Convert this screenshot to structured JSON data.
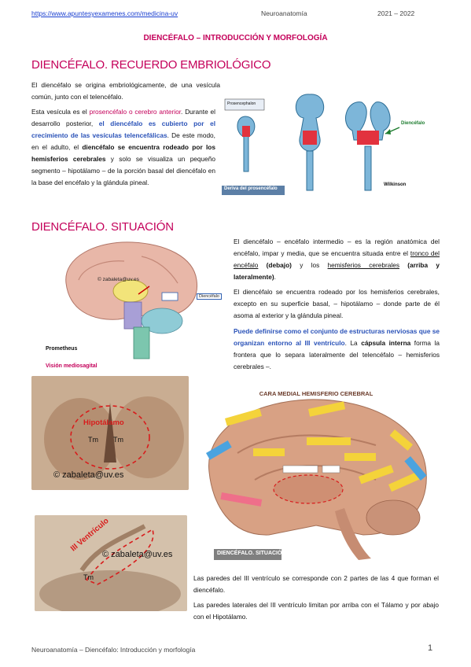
{
  "header": {
    "url": "https://www.apuntesyexamenes.com/medicina-uv",
    "subject": "Neuroanatomía",
    "year": "2021 – 2022"
  },
  "title": "DIENCÉFALO – INTRODUCCIÓN Y MORFOLOGÍA",
  "section1": {
    "heading": "DIENCÉFALO. RECUERDO EMBRIOLÓGICO",
    "p1": "El diencéfalo se origina embriológicamente, de una vesícula común, junto con el telencéfalo.",
    "p2_a": "Esta vesícula es el ",
    "p2_b": "prosencéfalo o cerebro anterior",
    "p2_c": ". Durante el desarrollo posterior, ",
    "p2_d": "el diencéfalo es cubierto por el crecimiento de las vesículas telencefálicas",
    "p2_e": ". De este modo, en el adulto, el ",
    "p2_f": "diencéfalo se encuentra rodeado por los hemisferios cerebrales",
    "p2_g": " y solo se visualiza un pequeño segmento – hipotálamo – de la porción basal del diencéfalo en la base del encéfalo y la glándula pineal.",
    "figure": {
      "caption": "Deriva del prosencéfalo",
      "label_prosencephalon": "Prosencephalon",
      "label_diencephalon": "Diencéfalo",
      "label_wilkinson": "Wilkinson"
    }
  },
  "section2": {
    "heading": "DIENCÉFALO. SITUACIÓN",
    "p1_a": "El diencéfalo – encéfalo intermedio – es la región anatómica del encéfalo, impar y media, que se encuentra situada entre el ",
    "p1_b": "tronco del encéfalo",
    "p1_c": " (debajo)",
    "p1_d": " y los ",
    "p1_e": "hemisferios cerebrales",
    "p1_f": " (arriba y lateralmente)",
    "p1_g": ".",
    "p2": "El diencéfalo se encuentra rodeado por los hemisferios cerebrales, excepto en su superficie basal, – hipotálamo – donde parte de él asoma al exterior y la glándula pineal.",
    "p3_a": "Puede definirse como el conjunto de estructuras nerviosas que se organizan entorno al III ventrículo",
    "p3_b": ". La ",
    "p3_c": "cápsula interna",
    "p3_d": " forma la frontera que lo separa lateralmente del telencéfalo – hemisferios cerebrales –.",
    "fig_sagittal": {
      "watermark": "© zabaleta@uv.es",
      "brand": "Prometheus",
      "caption": "Visión mediosagital",
      "label_dienc": "Diencéfalo"
    },
    "fig_hypo": {
      "label": "Hipotálamo",
      "tm_left": "Tm",
      "tm_right": "Tm",
      "watermark": "© zabaleta@uv.es"
    },
    "fig_ventricle": {
      "label": "III Ventrículo",
      "tm": "Tm",
      "watermark": "© zabaleta@uv.es"
    },
    "fig_medial": {
      "title": "CARA MEDIAL HEMISFERIO CEREBRAL",
      "caption": "DIENCÉFALO. SITUACIÓN"
    },
    "p4": "Las paredes del III ventrículo se corresponde con 2 partes de las 4 que forman el diencéfalo.",
    "p5": "Las paredes laterales del III ventrículo limitan por arriba con el Tálamo y por abajo con el Hipotálamo."
  },
  "footer": {
    "text": "Neuroanatomía – Diencéfalo: Introducción y morfología",
    "page": "1"
  },
  "colors": {
    "accent": "#c4005a",
    "link": "#1a3fd0",
    "highlight_blue": "#2a52b8"
  }
}
